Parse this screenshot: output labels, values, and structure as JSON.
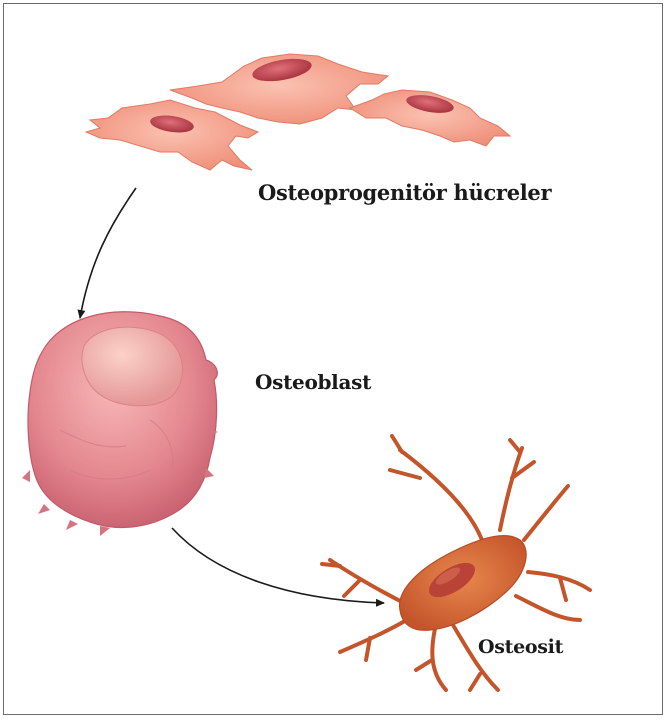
{
  "labels": {
    "osteoprogenitor": "Osteoprogenitör hücreler",
    "osteoblast": "Osteoblast",
    "osteocyte": "Osteosit"
  },
  "colors": {
    "progenitor_fill": "#f6a791",
    "progenitor_nucleus": "#c9505a",
    "osteoblast_fill": "#e88e93",
    "osteoblast_dark": "#c2606d",
    "osteocyte_fill": "#d86b36",
    "osteocyte_nucleus": "#b8453a",
    "arrow": "#1a1a1a",
    "frame": "#6b6b6b"
  }
}
